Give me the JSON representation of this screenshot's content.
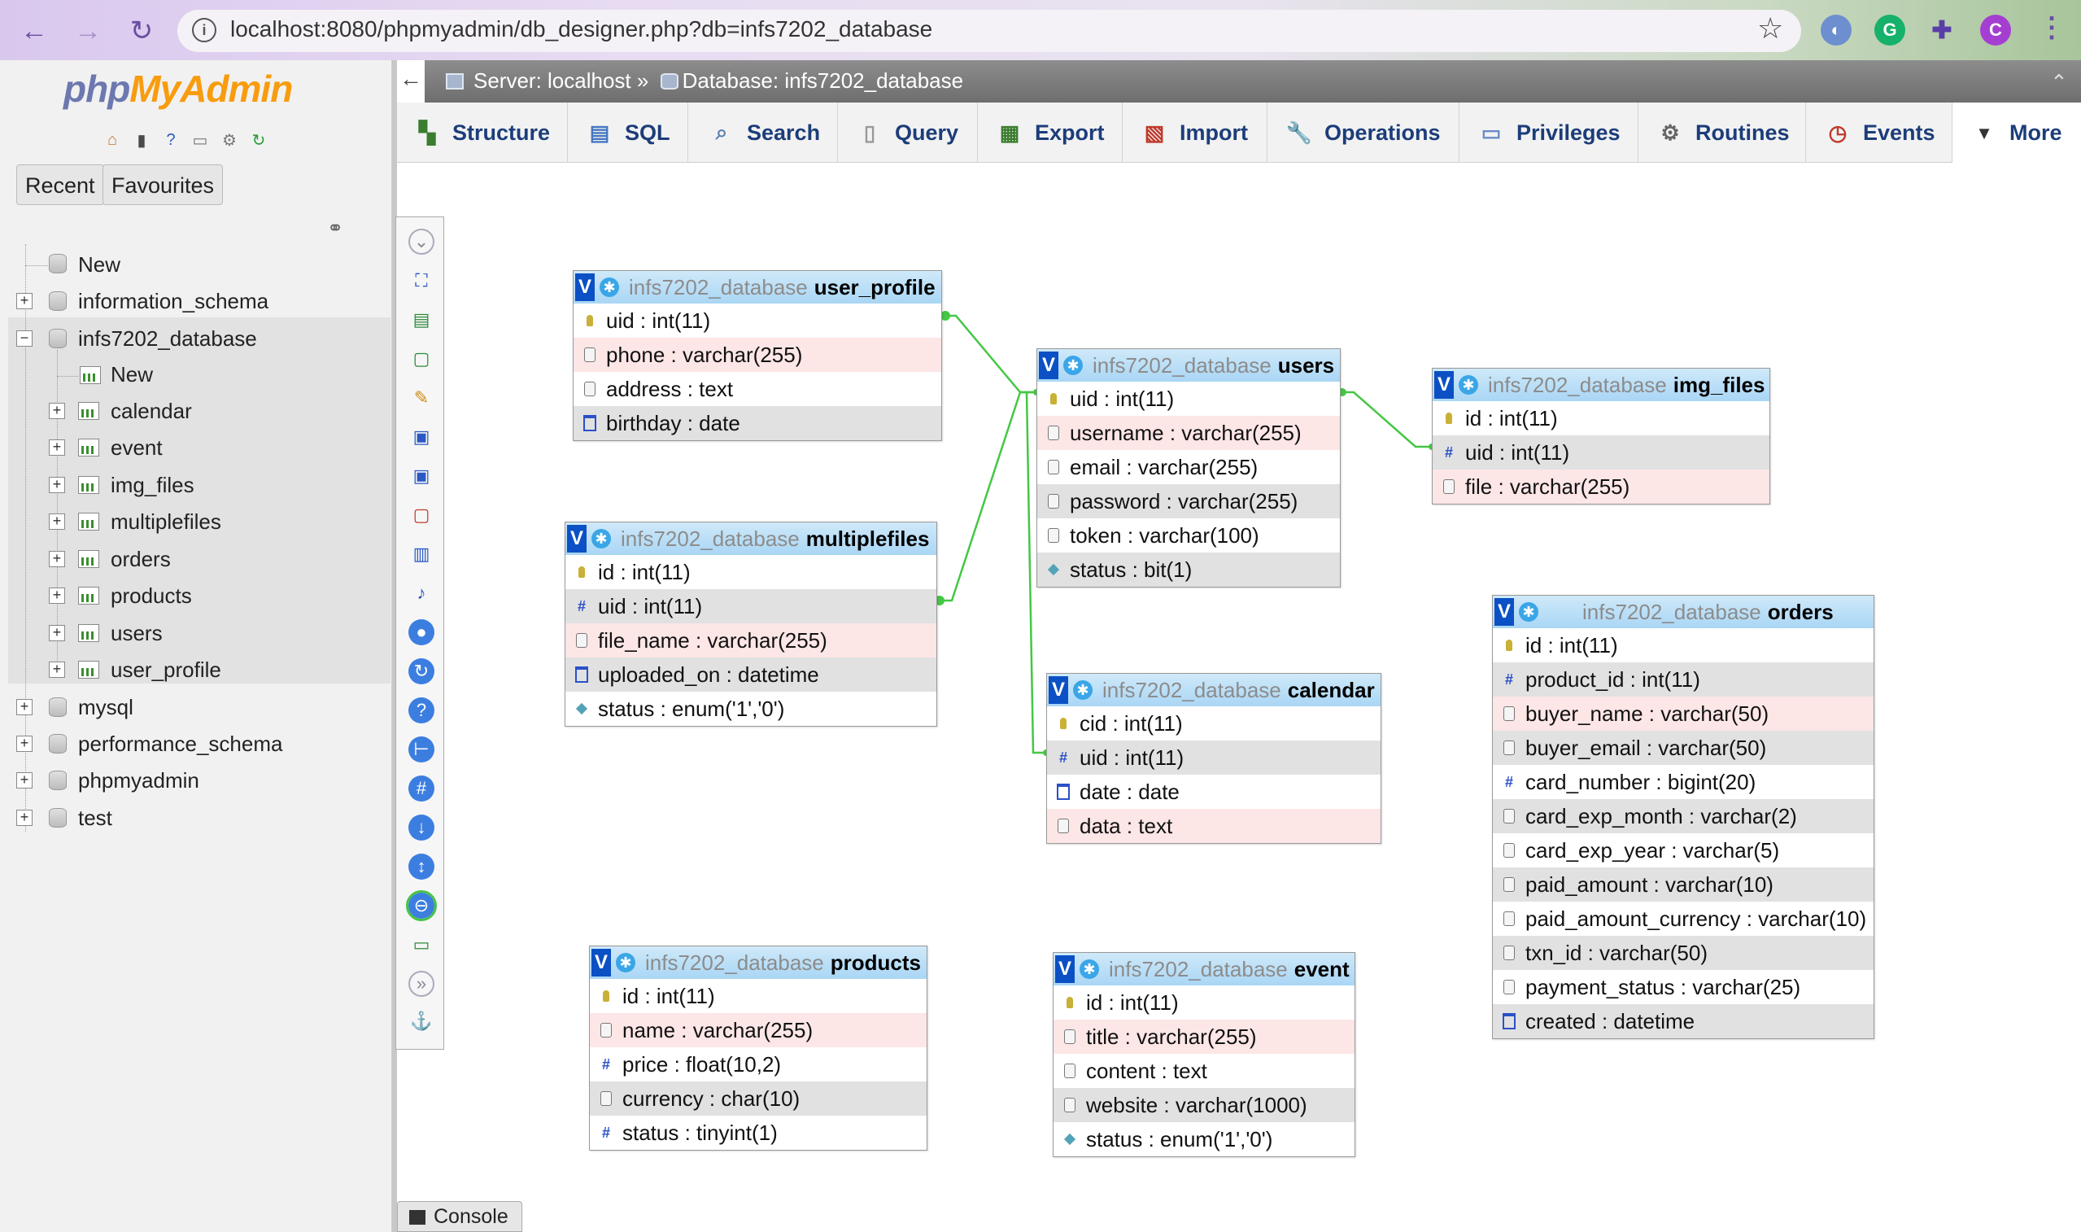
{
  "browser": {
    "url": "localhost:8080/phpmyadmin/db_designer.php?db=infs7202_database",
    "profile_initial": "C"
  },
  "left_panel": {
    "logo_part1": "php",
    "logo_part2": "MyAdmin",
    "tabs": {
      "recent": "Recent",
      "favourites": "Favourites"
    },
    "tree": {
      "new": "New",
      "information_schema": "information_schema",
      "infs7202_database": "infs7202_database",
      "sub_new": "New",
      "tables": [
        "calendar",
        "event",
        "img_files",
        "multiplefiles",
        "orders",
        "products",
        "users",
        "user_profile"
      ],
      "mysql": "mysql",
      "performance_schema": "performance_schema",
      "phpmyadmin": "phpmyadmin",
      "test": "test"
    }
  },
  "breadcrumb": {
    "server": "Server: localhost",
    "sep": "»",
    "database": "Database: infs7202_database"
  },
  "menu": {
    "structure": "Structure",
    "sql": "SQL",
    "search": "Search",
    "query": "Query",
    "export": "Export",
    "import": "Import",
    "operations": "Operations",
    "privileges": "Privileges",
    "routines": "Routines",
    "events": "Events",
    "more": "More"
  },
  "console": {
    "label": "Console"
  },
  "designer": {
    "db_prefix": "infs7202_database",
    "tables": {
      "user_profile": {
        "name": "user_profile",
        "fields": [
          "uid : int(11)",
          "phone : varchar(255)",
          "address : text",
          "birthday : date"
        ]
      },
      "users": {
        "name": "users",
        "fields": [
          "uid : int(11)",
          "username : varchar(255)",
          "email : varchar(255)",
          "password : varchar(255)",
          "token : varchar(100)",
          "status : bit(1)"
        ]
      },
      "img_files": {
        "name": "img_files",
        "fields": [
          "id : int(11)",
          "uid : int(11)",
          "file : varchar(255)"
        ]
      },
      "multiplefiles": {
        "name": "multiplefiles",
        "fields": [
          "id : int(11)",
          "uid : int(11)",
          "file_name : varchar(255)",
          "uploaded_on : datetime",
          "status : enum('1','0')"
        ]
      },
      "calendar": {
        "name": "calendar",
        "fields": [
          "cid : int(11)",
          "uid : int(11)",
          "date : date",
          "data : text"
        ]
      },
      "orders": {
        "name": "orders",
        "fields": [
          "id : int(11)",
          "product_id : int(11)",
          "buyer_name : varchar(50)",
          "buyer_email : varchar(50)",
          "card_number : bigint(20)",
          "card_exp_month : varchar(2)",
          "card_exp_year : varchar(5)",
          "paid_amount : varchar(10)",
          "paid_amount_currency : varchar(10)",
          "txn_id : varchar(50)",
          "payment_status : varchar(25)",
          "created : datetime"
        ]
      },
      "products": {
        "name": "products",
        "fields": [
          "id : int(11)",
          "name : varchar(255)",
          "price : float(10,2)",
          "currency : char(10)",
          "status : tinyint(1)"
        ]
      },
      "event": {
        "name": "event",
        "fields": [
          "id : int(11)",
          "title : varchar(255)",
          "content : text",
          "website : varchar(1000)",
          "status : enum('1','0')"
        ]
      }
    }
  },
  "colors": {
    "relation_line": "#44c744",
    "accent": "#1c3d7a"
  }
}
